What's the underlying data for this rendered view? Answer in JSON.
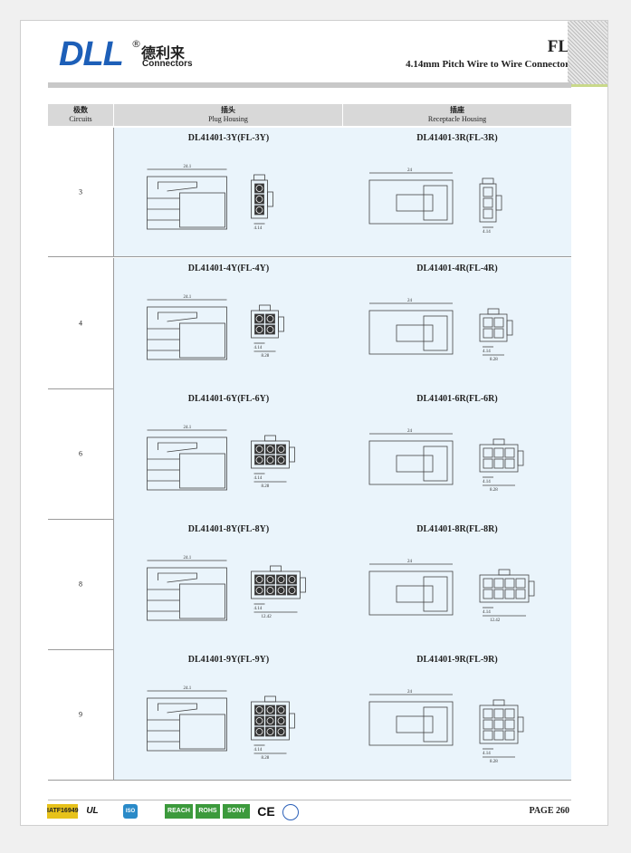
{
  "header": {
    "logo_text": "DLL",
    "logo_reg": "®",
    "logo_cn": "德利来",
    "logo_en": "Connectors",
    "series": "FL",
    "subtitle": "4.14mm Pitch Wire to Wire Connector"
  },
  "table": {
    "col_circuits_cn": "极数",
    "col_circuits_en": "Circuits",
    "col_plug_cn": "插头",
    "col_plug_en": "Plug Housing",
    "col_rec_cn": "插座",
    "col_rec_en": "Receptacle Housing",
    "rows": [
      {
        "circuits": "3",
        "plug": "DL41401-3Y(FL-3Y)",
        "rec": "DL41401-3R(FL-3R)",
        "cols": 1,
        "rowsN": 3
      },
      {
        "circuits": "4",
        "plug": "DL41401-4Y(FL-4Y)",
        "rec": "DL41401-4R(FL-4R)",
        "cols": 2,
        "rowsN": 2
      },
      {
        "circuits": "6",
        "plug": "DL41401-6Y(FL-6Y)",
        "rec": "DL41401-6R(FL-6R)",
        "cols": 3,
        "rowsN": 2
      },
      {
        "circuits": "8",
        "plug": "DL41401-8Y(FL-8Y)",
        "rec": "DL41401-8R(FL-8R)",
        "cols": 4,
        "rowsN": 2
      },
      {
        "circuits": "9",
        "plug": "DL41401-9Y(FL-9Y)",
        "rec": "DL41401-9R(FL-9R)",
        "cols": 3,
        "rowsN": 3
      }
    ]
  },
  "dims": {
    "plug_len": "24.1",
    "rec_len": "24",
    "pitch": "4.14",
    "w2": "8.28",
    "w3": "12.42"
  },
  "footer": {
    "certs": [
      "IATF16949",
      "UL",
      "ISO",
      "REACH",
      "ROHS",
      "SONY",
      "CE"
    ],
    "page": "PAGE 260"
  }
}
